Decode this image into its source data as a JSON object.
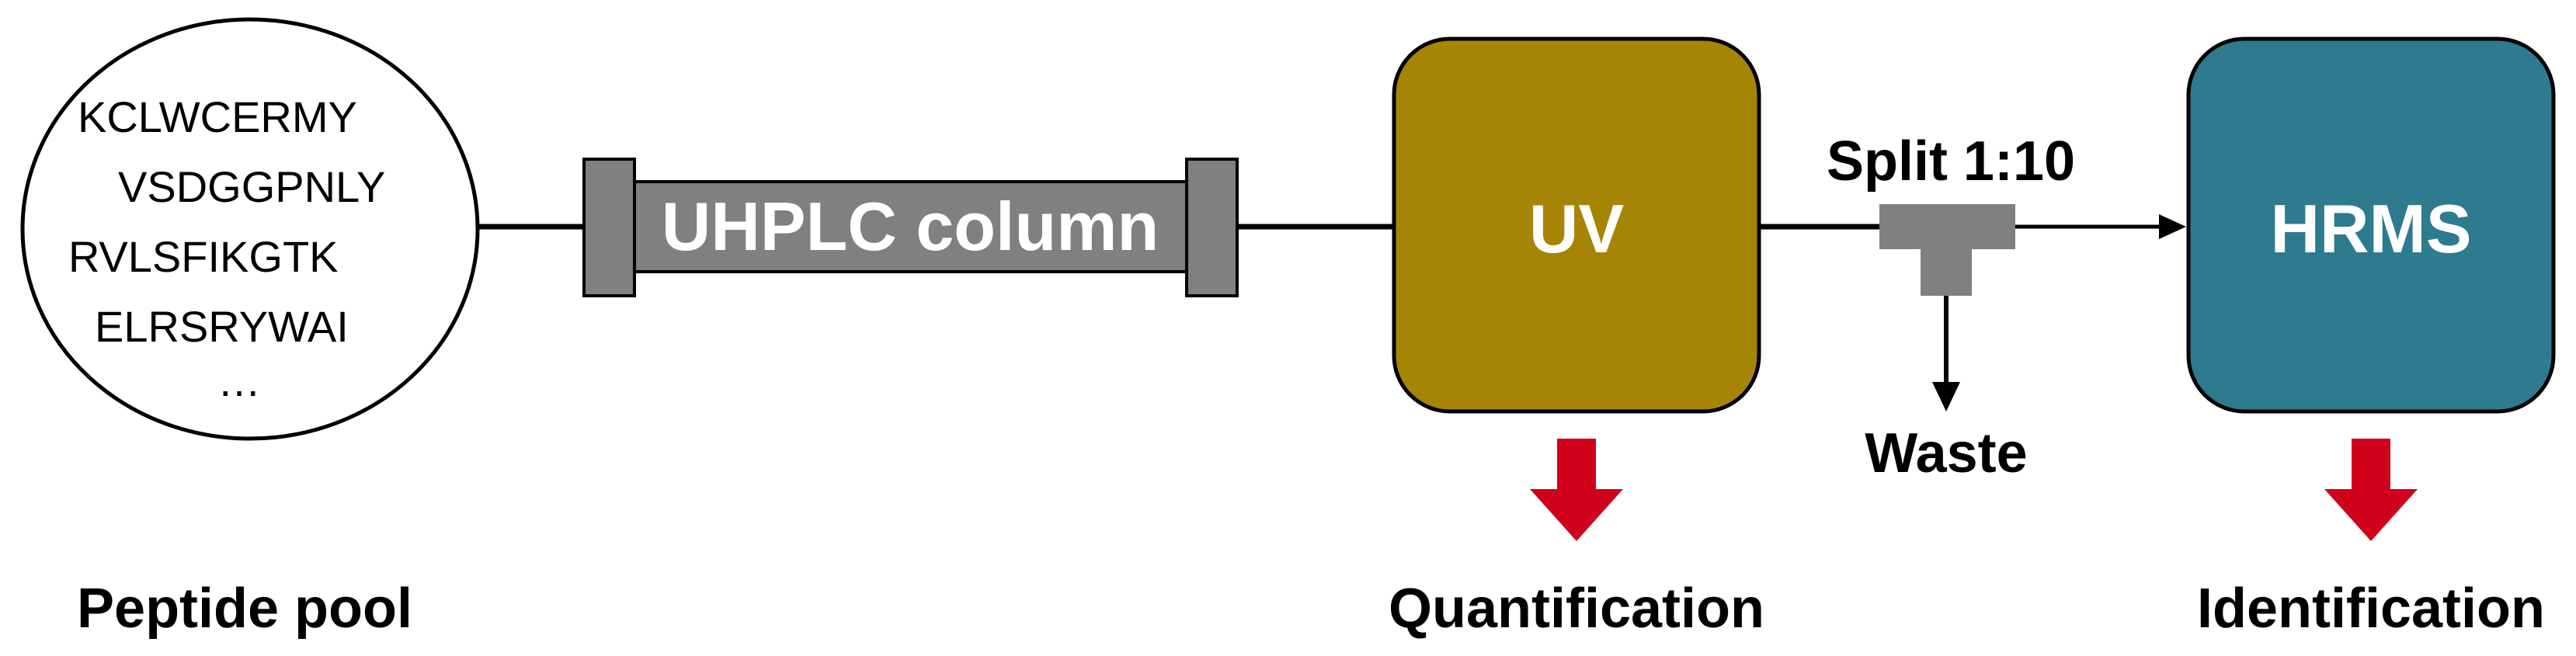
{
  "peptide_pool": {
    "sequences": [
      "KCLWCERMY",
      "VSDGGPNLY",
      "RVLSFIKGTK",
      "ELRSRYWAI",
      "…"
    ],
    "label": "Peptide pool"
  },
  "column": {
    "label": "UHPLC column"
  },
  "uv": {
    "label": "UV",
    "output_label": "Quantification",
    "color": "#a68405"
  },
  "splitter": {
    "label": "Split 1:10",
    "waste_label": "Waste"
  },
  "hrms": {
    "label": "HRMS",
    "output_label": "Identification",
    "color": "#2e7a8f"
  },
  "colors": {
    "output_arrow": "#d0021b",
    "column_gray": "#808080",
    "line": "#000000"
  }
}
